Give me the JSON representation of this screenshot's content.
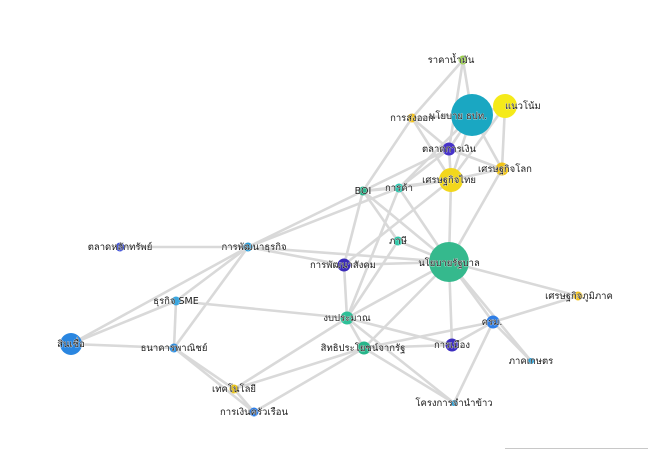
{
  "graph": {
    "nodes": [
      {
        "id": "oil_price",
        "label": "ราคาน้ำมัน",
        "color": "#9ad04a",
        "size": "xs"
      },
      {
        "id": "trend",
        "label": "แนวโน้ม",
        "color": "#f5ea1a",
        "size": "md"
      },
      {
        "id": "policy_boj",
        "label": "นโยบาย ธปท.",
        "color": "#1aa7c2",
        "size": "xxl"
      },
      {
        "id": "export",
        "label": "การส่งออก",
        "color": "#f2c21b",
        "size": "xs"
      },
      {
        "id": "money_market",
        "label": "ตลาดการเงิน",
        "color": "#4632c8",
        "size": "sm"
      },
      {
        "id": "world_econ",
        "label": "เศรษฐกิจโลก",
        "color": "#f0c418",
        "size": "sm"
      },
      {
        "id": "thai_econ",
        "label": "เศรษฐกิจไทย",
        "color": "#f2d71c",
        "size": "md"
      },
      {
        "id": "boi",
        "label": "BOI",
        "color": "#27b58a",
        "size": "xs"
      },
      {
        "id": "trade",
        "label": "การค้า",
        "color": "#2ec7b0",
        "size": "xs"
      },
      {
        "id": "tax",
        "label": "ภาษี",
        "color": "#2ec7a8",
        "size": "xs"
      },
      {
        "id": "gov_policy",
        "label": "นโยบายรัฐบาล",
        "color": "#35b98d",
        "size": "xl"
      },
      {
        "id": "biz_dev",
        "label": "การพัฒนาธุรกิจ",
        "color": "#2a9cd8",
        "size": "xs"
      },
      {
        "id": "stock_market",
        "label": "ตลาดหลักทรัพย์",
        "color": "#3f51d8",
        "size": "xs"
      },
      {
        "id": "social_dev",
        "label": "การพัฒนาสังคม",
        "color": "#3a2ab8",
        "size": "sm"
      },
      {
        "id": "sme",
        "label": "ธุรกิจ SME",
        "color": "#3aa7e0",
        "size": "xs"
      },
      {
        "id": "regional_econ",
        "label": "เศรษฐกิจภูมิภาค",
        "color": "#f2c21b",
        "size": "xs"
      },
      {
        "id": "budget",
        "label": "งบประมาณ",
        "color": "#2ec098",
        "size": "sm"
      },
      {
        "id": "credit",
        "label": "สินเชื่อ",
        "color": "#2a86e0",
        "size": "lg"
      },
      {
        "id": "commercial_bank",
        "label": "ธนาคารพาณิชย์",
        "color": "#2f8fe0",
        "size": "xs"
      },
      {
        "id": "cabinet",
        "label": "ครม.",
        "color": "#2f7ee6",
        "size": "sm"
      },
      {
        "id": "politics",
        "label": "การเมือง",
        "color": "#3d2ec0",
        "size": "sm"
      },
      {
        "id": "gov_rights",
        "label": "สิทธิประโยชน์จากรัฐ",
        "color": "#27b58a",
        "size": "sm"
      },
      {
        "id": "agriculture",
        "label": "ภาคเกษตร",
        "color": "#2aa0d8",
        "size": "xxs"
      },
      {
        "id": "technology",
        "label": "เทคโนโลยี",
        "color": "#e6c21a",
        "size": "xs"
      },
      {
        "id": "household_finance",
        "label": "การเงินครัวเรือน",
        "color": "#2f7ee6",
        "size": "xs"
      },
      {
        "id": "rice_project",
        "label": "โครงการจำนำข้าว",
        "color": "#2aa0d8",
        "size": "xxs"
      }
    ],
    "edges": [
      [
        "oil_price",
        "policy_boj"
      ],
      [
        "oil_price",
        "money_market"
      ],
      [
        "oil_price",
        "export"
      ],
      [
        "trend",
        "policy_boj"
      ],
      [
        "trend",
        "world_econ"
      ],
      [
        "trend",
        "thai_econ"
      ],
      [
        "policy_boj",
        "export"
      ],
      [
        "policy_boj",
        "money_market"
      ],
      [
        "policy_boj",
        "world_econ"
      ],
      [
        "policy_boj",
        "thai_econ"
      ],
      [
        "policy_boj",
        "trade"
      ],
      [
        "export",
        "money_market"
      ],
      [
        "export",
        "boi"
      ],
      [
        "export",
        "thai_econ"
      ],
      [
        "money_market",
        "thai_econ"
      ],
      [
        "money_market",
        "world_econ"
      ],
      [
        "money_market",
        "boi"
      ],
      [
        "money_market",
        "trade"
      ],
      [
        "world_econ",
        "thai_econ"
      ],
      [
        "world_econ",
        "gov_policy"
      ],
      [
        "thai_econ",
        "boi"
      ],
      [
        "thai_econ",
        "trade"
      ],
      [
        "thai_econ",
        "gov_policy"
      ],
      [
        "thai_econ",
        "social_dev"
      ],
      [
        "boi",
        "trade"
      ],
      [
        "boi",
        "gov_policy"
      ],
      [
        "boi",
        "biz_dev"
      ],
      [
        "boi",
        "tax"
      ],
      [
        "boi",
        "social_dev"
      ],
      [
        "trade",
        "gov_policy"
      ],
      [
        "trade",
        "budget"
      ],
      [
        "trade",
        "biz_dev"
      ],
      [
        "tax",
        "gov_policy"
      ],
      [
        "tax",
        "budget"
      ],
      [
        "gov_policy",
        "social_dev"
      ],
      [
        "gov_policy",
        "budget"
      ],
      [
        "gov_policy",
        "cabinet"
      ],
      [
        "gov_policy",
        "politics"
      ],
      [
        "gov_policy",
        "gov_rights"
      ],
      [
        "gov_policy",
        "regional_econ"
      ],
      [
        "gov_policy",
        "agriculture"
      ],
      [
        "gov_policy",
        "biz_dev"
      ],
      [
        "biz_dev",
        "stock_market"
      ],
      [
        "biz_dev",
        "sme"
      ],
      [
        "biz_dev",
        "social_dev"
      ],
      [
        "biz_dev",
        "commercial_bank"
      ],
      [
        "biz_dev",
        "credit"
      ],
      [
        "social_dev",
        "budget"
      ],
      [
        "sme",
        "credit"
      ],
      [
        "sme",
        "commercial_bank"
      ],
      [
        "sme",
        "budget"
      ],
      [
        "credit",
        "commercial_bank"
      ],
      [
        "commercial_bank",
        "technology"
      ],
      [
        "commercial_bank",
        "household_finance"
      ],
      [
        "technology",
        "household_finance"
      ],
      [
        "technology",
        "gov_rights"
      ],
      [
        "technology",
        "budget"
      ],
      [
        "household_finance",
        "gov_rights"
      ],
      [
        "budget",
        "gov_rights"
      ],
      [
        "budget",
        "politics"
      ],
      [
        "budget",
        "rice_project"
      ],
      [
        "cabinet",
        "politics"
      ],
      [
        "cabinet",
        "gov_rights"
      ],
      [
        "cabinet",
        "regional_econ"
      ],
      [
        "cabinet",
        "agriculture"
      ],
      [
        "politics",
        "gov_rights"
      ],
      [
        "rice_project",
        "cabinet"
      ],
      [
        "gov_rights",
        "rice_project"
      ]
    ]
  }
}
